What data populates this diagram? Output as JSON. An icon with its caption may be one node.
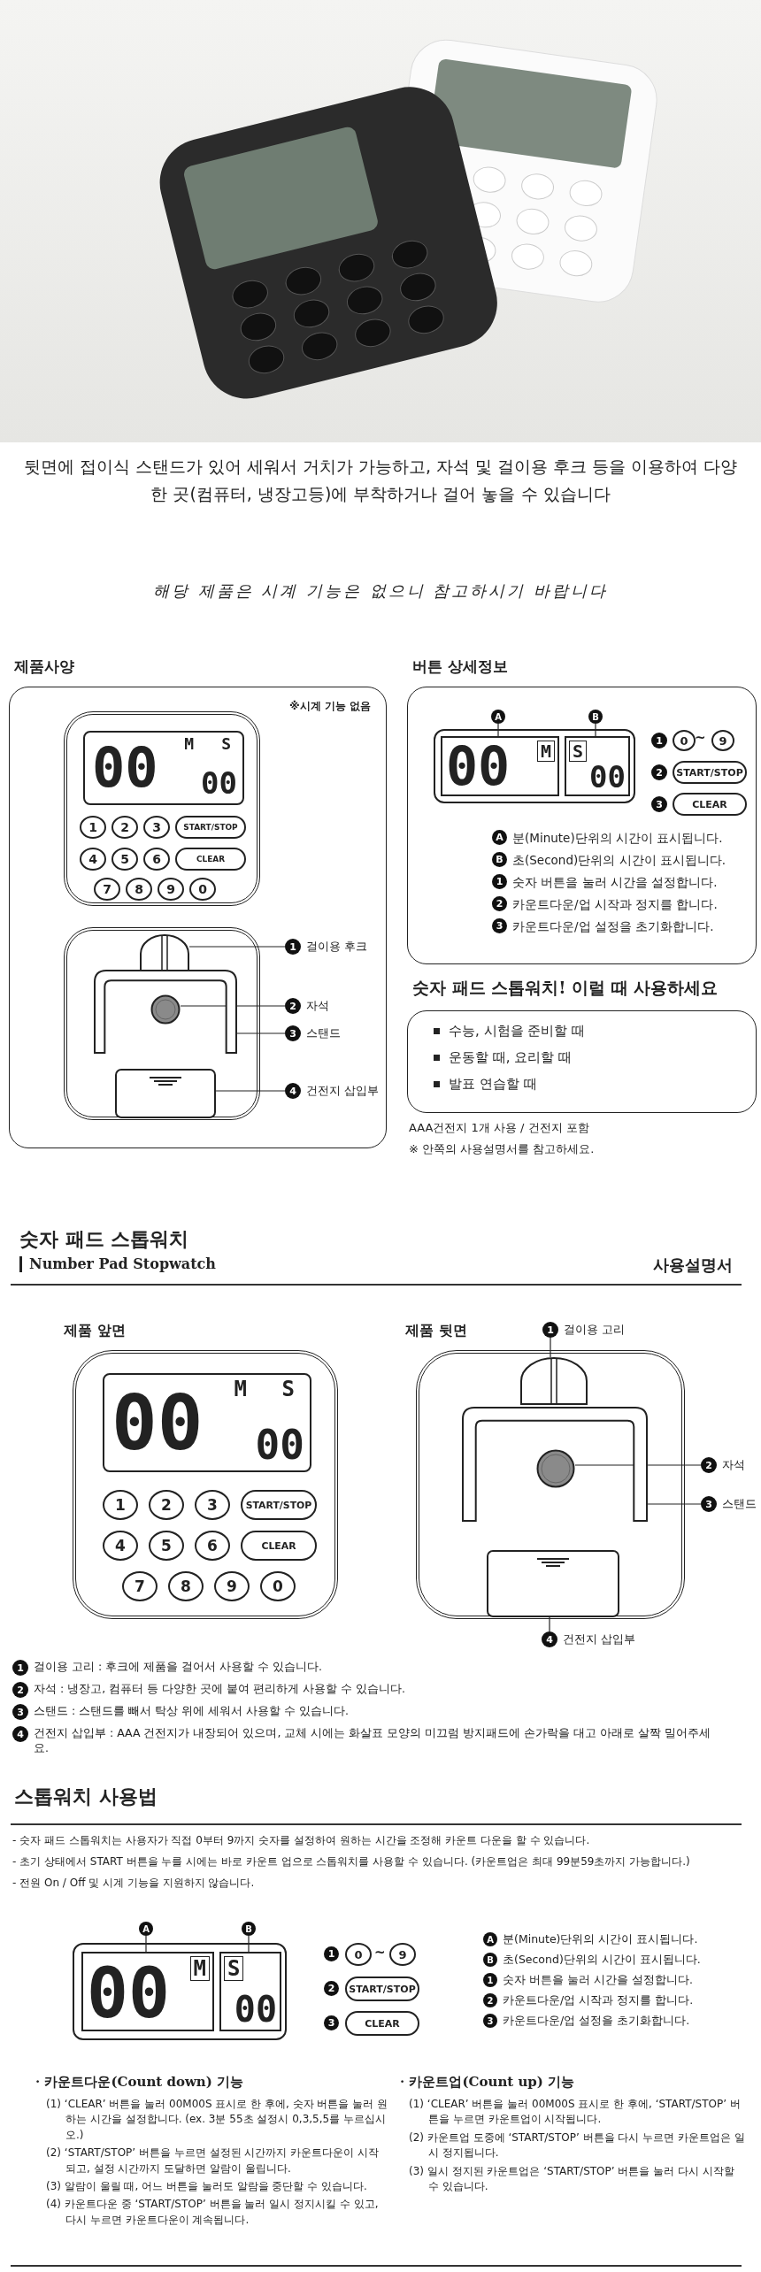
{
  "diagram": {
    "nodes": [
      {
        "text": [
          "제품사양",
          "※시계 기능 없음"
        ]
      },
      {
        "text": [],
        "shape": "box",
        "in": 0
      },
      {
        "text": [
          "00",
          "M",
          "S",
          "00"
        ],
        "in": 1
      },
      {
        "text": [
          "1"
        ],
        "in": 1
      },
      {
        "text": [
          "2"
        ],
        "in": 1
      },
      {
        "text": [
          "3"
        ],
        "in": 1
      },
      {
        "text": [
          "START/STOP"
        ],
        "in": 1
      },
      {
        "text": [
          "4"
        ],
        "in": 1
      },
      {
        "text": [
          "5"
        ],
        "in": 1
      },
      {
        "text": [
          "6"
        ],
        "in": 1
      },
      {
        "text": [
          "CLEAR"
        ],
        "in": 1
      },
      {
        "text": [
          "7"
        ],
        "in": 1
      },
      {
        "text": [
          "8"
        ],
        "in": 1
      },
      {
        "text": [
          "9"
        ],
        "in": 1
      },
      {
        "text": [
          "0"
        ],
        "in": 1
      },
      {
        "text": [],
        "shape": "box",
        "in": 0
      },
      {
        "text": [],
        "shape": "box",
        "in": 15
      },
      {
        "text": [],
        "shape": "circle",
        "in": 15
      },
      {
        "text": [],
        "shape": "bar",
        "in": 15
      },
      {
        "text": [],
        "shape": "box",
        "in": 15
      },
      {
        "text": [
          "1"
        ],
        "beside": [
          "걸이용 후크"
        ],
        "in": 0
      },
      {
        "text": [
          "2"
        ],
        "beside": [
          "자석"
        ],
        "in": 0
      },
      {
        "text": [
          "3"
        ],
        "beside": [
          "스탠드"
        ],
        "in": 0
      },
      {
        "text": [
          "4"
        ],
        "beside": [
          "건전지 삽입부"
        ],
        "in": 0
      },
      {
        "text": [
          "버튼 상세정보"
        ]
      },
      {
        "text": [],
        "shape": "box",
        "in": 24
      },
      {
        "text": [
          "00",
          "M"
        ],
        "in": 25
      },
      {
        "text": [
          "S",
          "00"
        ],
        "in": 25
      },
      {
        "text": [
          "A"
        ],
        "in": 24
      },
      {
        "text": [
          "B"
        ],
        "in": 24
      },
      {
        "text": [
          "1"
        ],
        "in": 24
      },
      {
        "text": [
          "0"
        ],
        "in": 24
      },
      {
        "text": [
          "9"
        ],
        "in": 24
      },
      {
        "text": [
          "2"
        ],
        "in": 24
      },
      {
        "text": [
          "START/STOP"
        ],
        "in": 24
      },
      {
        "text": [
          "3"
        ],
        "in": 24
      },
      {
        "text": [
          "CLEAR"
        ],
        "in": 24
      },
      {
        "text": [
          "A"
        ],
        "beside": [
          "분(Minute)단위의 시간이 표시됩니다."
        ],
        "in": 24
      },
      {
        "text": [
          "B"
        ],
        "beside": [
          "초(Second)단위의 시간이 표시됩니다."
        ],
        "in": 24
      },
      {
        "text": [
          "1"
        ],
        "beside": [
          "숫자 버튼을 눌러 시간을 설정합니다."
        ],
        "in": 24
      },
      {
        "text": [
          "2"
        ],
        "beside": [
          "카운트다운/업 시작과 정지를 합니다."
        ],
        "in": 24
      },
      {
        "text": [
          "3"
        ],
        "beside": [
          "카운트다운/업 설정을 초기화합니다."
        ],
        "in": 24
      },
      {
        "text": [
          "숫자 패드 스톱워치! 이럴 때 사용하세요",
          "수능, 시험을 준비할 때",
          "운동할 때, 요리할 때",
          "발표 연습할 때"
        ]
      },
      {
        "text": [],
        "shape": "box"
      },
      {
        "text": [
          "00",
          "M",
          "S",
          "00"
        ],
        "in": 43
      },
      {
        "text": [
          "1"
        ],
        "in": 43
      },
      {
        "text": [
          "2"
        ],
        "in": 43
      },
      {
        "text": [
          "3"
        ],
        "in": 43
      },
      {
        "text": [
          "START/STOP"
        ],
        "in": 43
      },
      {
        "text": [
          "4"
        ],
        "in": 43
      },
      {
        "text": [
          "5"
        ],
        "in": 43
      },
      {
        "text": [
          "6"
        ],
        "in": 43
      },
      {
        "text": [
          "CLEAR"
        ],
        "in": 43
      },
      {
        "text": [
          "7"
        ],
        "in": 43
      },
      {
        "text": [
          "8"
        ],
        "in": 43
      },
      {
        "text": [
          "9"
        ],
        "in": 43
      },
      {
        "text": [
          "0"
        ],
        "in": 43
      },
      {
        "text": [],
        "shape": "box"
      },
      {
        "text": [],
        "shape": "box",
        "in": 57
      },
      {
        "text": [],
        "shape": "circle",
        "in": 57
      },
      {
        "text": [],
        "shape": "bar",
        "in": 57
      },
      {
        "text": [],
        "shape": "box",
        "in": 57
      },
      {
        "text": [
          "1"
        ],
        "beside": [
          "걸이용 고리"
        ]
      },
      {
        "text": [
          "2"
        ],
        "beside": [
          "자석"
        ]
      },
      {
        "text": [
          "3"
        ],
        "beside": [
          "스탠드"
        ]
      },
      {
        "text": [
          "4"
        ],
        "beside": [
          "건전지 삽입부"
        ]
      },
      {
        "text": [
          "1"
        ],
        "beside": [
          "걸이용 고리 : 후크에 제품을 걸어서 사용할 수 있습니다."
        ]
      },
      {
        "text": [
          "2"
        ],
        "beside": [
          "자석 : 냉장고, 컴퓨터 등 다양한 곳에 붙여 편리하게 사용할 수 있습니다."
        ]
      },
      {
        "text": [
          "3"
        ],
        "beside": [
          "스탠드 : 스탠드를 빼서 탁상 위에 세워서 사용할 수 있습니다."
        ]
      },
      {
        "text": [
          "4"
        ],
        "beside": [
          "건전지 삽입부 : AAA 건전지가 내장되어 있으며, 교체 시에는 화살표 모양의 미끄럼 방지패드에 손가락을 대고 아래로 살짝 밀어주세요."
        ]
      },
      {
        "text": [],
        "shape": "box"
      },
      {
        "text": [
          "00",
          "M"
        ],
        "in": 70
      },
      {
        "text": [
          "S",
          "00"
        ],
        "in": 70
      },
      {
        "text": [
          "A"
        ]
      },
      {
        "text": [
          "B"
        ]
      },
      {
        "text": [
          "1"
        ]
      },
      {
        "text": [
          "0"
        ]
      },
      {
        "text": [
          "9"
        ]
      },
      {
        "text": [
          "2"
        ]
      },
      {
        "text": [
          "START/STOP"
        ]
      },
      {
        "text": [
          "3"
        ]
      },
      {
        "text": [
          "CLEAR"
        ]
      },
      {
        "text": [
          "A"
        ],
        "beside": [
          "분(Minute)단위의 시간이 표시됩니다."
        ]
      },
      {
        "text": [
          "B"
        ],
        "beside": [
          "초(Second)단위의 시간이 표시됩니다."
        ]
      },
      {
        "text": [
          "1"
        ],
        "beside": [
          "숫자 버튼을 눌러 시간을 설정합니다."
        ]
      },
      {
        "text": [
          "2"
        ],
        "beside": [
          "카운트다운/업 시작과 정지를 합니다."
        ]
      },
      {
        "text": [
          "3"
        ],
        "beside": [
          "카운트다운/업 설정을 초기화합니다."
        ]
      }
    ],
    "edges": [
      {
        "from": 20,
        "to": 16,
        "arrow": "none"
      },
      {
        "from": 21,
        "to": 17,
        "arrow": "none"
      },
      {
        "from": 22,
        "to": 18,
        "arrow": "none"
      },
      {
        "from": 23,
        "to": 19,
        "arrow": "none"
      },
      {
        "from": 28,
        "to": 26,
        "arrow": "none"
      },
      {
        "from": 29,
        "to": 27,
        "arrow": "none"
      },
      {
        "from": 62,
        "to": 58,
        "arrow": "none"
      },
      {
        "from": 63,
        "to": 59,
        "arrow": "none"
      },
      {
        "from": 64,
        "to": 60,
        "arrow": "none"
      },
      {
        "from": 65,
        "to": 61,
        "arrow": "none"
      },
      {
        "from": 73,
        "to": 71,
        "arrow": "none"
      },
      {
        "from": 74,
        "to": 72,
        "arrow": "none"
      }
    ],
    "labels": [
      "뒷면에 접이식 스탠드가 있어 세워서 거치가 가능하고, 자석 및 걸이용 후크 등을 이용하여 다양한 곳(컴퓨터, 냉장고등)에 부착하거나 걸어 놓을 수 있습니다",
      "해당 제품은 시계 기능은 없으니 참고하시기 바랍니다",
      "~",
      "AAA건전지 1개 사용 / 건전지 포함",
      "※ 안쪽의 사용설명서를 참고하세요.",
      "숫자 패드 스톱워치",
      "Number Pad Stopwatch",
      "사용설명서",
      "제품 앞면",
      "제품 뒷면",
      "스톱워치 사용법",
      "- 숫자 패드 스톱워치는 사용자가 직접 0부터 9까지 숫자를 설정하여 원하는 시간을 조정해 카운트 다운을 할 수 있습니다.",
      "- 초기 상태에서 START 버튼을 누를 시에는 바로 카운트 업으로 스톱워치를 사용할 수 있습니다. (카운트업은 최대 99분59초까지 가능합니다.)",
      "- 전원 On / Off 및 시계 기능을 지원하지 않습니다.",
      "~",
      "· 카운트다운(Count down) 기능",
      "(1) ‘CLEAR’ 버튼을 눌러 00M00S 표시로 한 후에, 숫자 버튼을 눌러 원하는 시간을 설정합니다. (ex. 3분 55초 설정시 0,3,5,5를 누르십시오.)",
      "(2) ‘START/STOP’ 버튼을 누르면 설정된 시간까지 카운트다운이 시작되고, 설정 시간까지 도달하면 알람이 울립니다.",
      "(3) 알람이 울릴 때, 어느 버튼을 눌러도 알람을 중단할 수 있습니다.",
      "(4) 카운트다운 중 ‘START/STOP’ 버튼을 눌러 일시 정지시킬 수 있고, 다시 누르면 카운트다운이 계속됩니다.",
      "· 카운트업(Count up) 기능",
      "(1) ‘CLEAR’ 버튼을 눌러 00M00S 표시로 한 후에, ‘START/STOP’ 버튼을 누르면 카운트업이 시작됩니다.",
      "(2) 카운트업 도중에 ‘START/STOP’ 버튼을 다시 누르면 카운트업은 일시 정지됩니다.",
      "(3) 일시 정지된 카운트업은 ‘START/STOP’ 버튼을 눌러 다시 시작할 수 있습니다."
    ]
  }
}
